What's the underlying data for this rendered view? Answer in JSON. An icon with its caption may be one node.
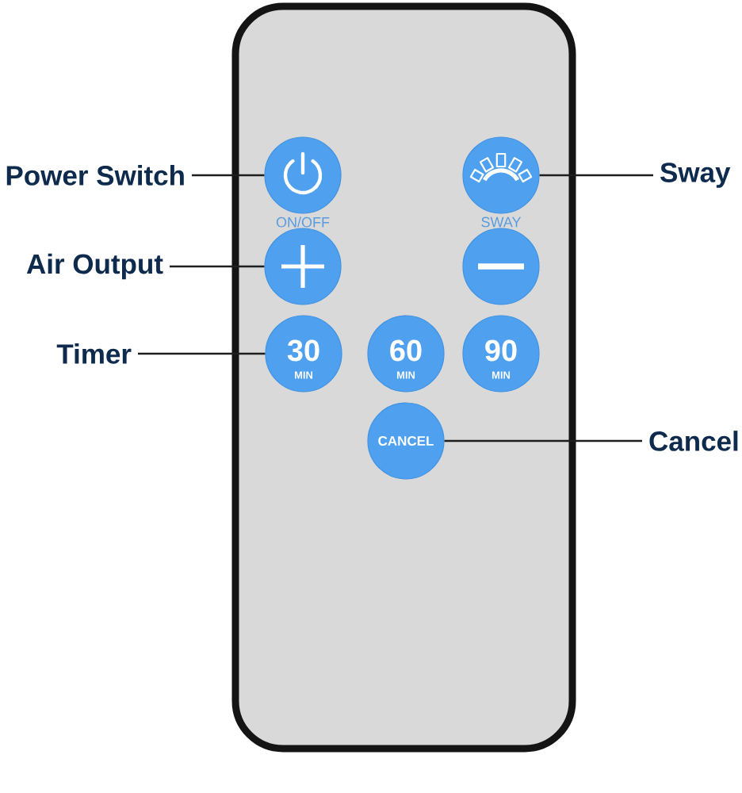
{
  "diagram": {
    "nodes": [
      {
        "text": [],
        "shape": "box"
      },
      {
        "text": [
          "ON/OFF"
        ],
        "in": 0
      },
      {
        "text": [
          "SWAY"
        ],
        "in": 0
      },
      {
        "text": [],
        "shape": "circle",
        "in": 0
      },
      {
        "text": [],
        "shape": "circle",
        "in": 0
      },
      {
        "text": [
          "30",
          "MIN"
        ],
        "in": 0
      },
      {
        "text": [
          "60",
          "MIN"
        ],
        "in": 0
      },
      {
        "text": [
          "90",
          "MIN"
        ],
        "in": 0
      },
      {
        "text": [
          "CANCEL"
        ],
        "in": 0
      },
      {
        "text": [
          "Power Switch"
        ]
      },
      {
        "text": [
          "Sway"
        ]
      },
      {
        "text": [
          "Air Output"
        ]
      },
      {
        "text": [
          "Timer"
        ]
      },
      {
        "text": [
          "Cancel"
        ]
      }
    ],
    "edges": [
      {
        "from": 9,
        "to": 1,
        "arrow": "none"
      },
      {
        "from": 10,
        "to": 2,
        "arrow": "none"
      },
      {
        "from": 11,
        "to": 3,
        "arrow": "none"
      },
      {
        "from": 12,
        "to": 5,
        "arrow": "none"
      },
      {
        "from": 13,
        "to": 8,
        "arrow": "none"
      }
    ]
  }
}
